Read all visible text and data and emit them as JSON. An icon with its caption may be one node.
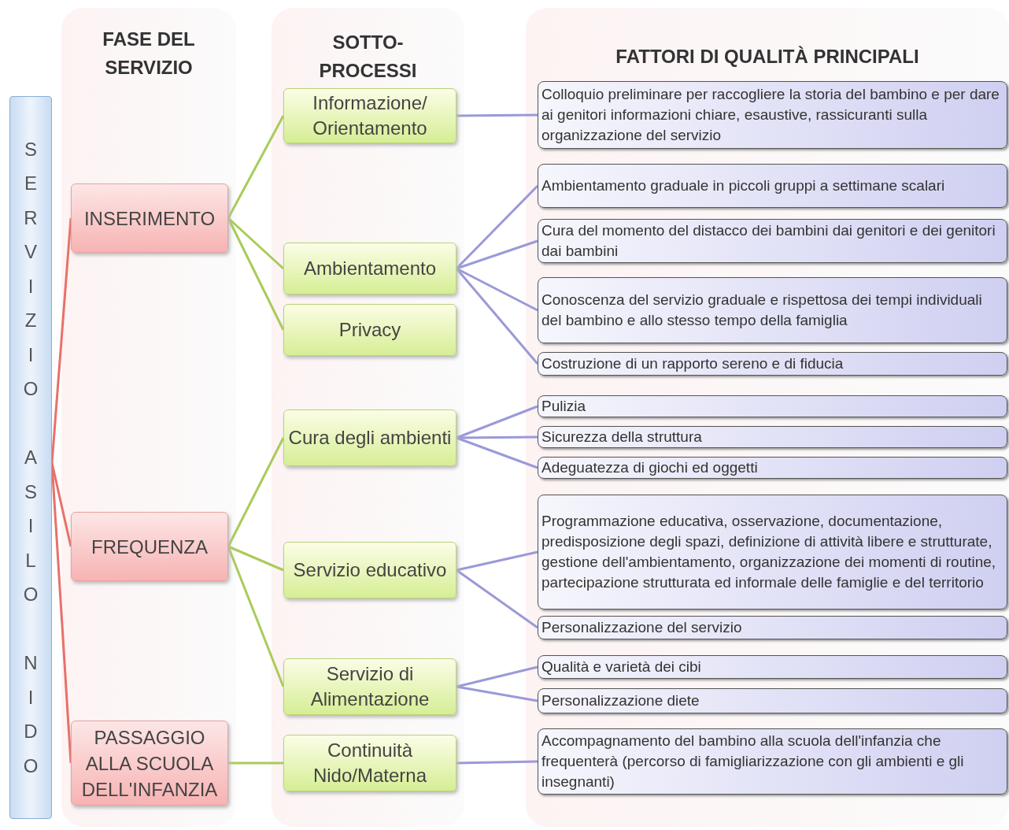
{
  "diagram": {
    "nodes": [
      {
        "text": [
          "FASE DEL SERVIZIO"
        ]
      },
      {
        "text": [
          "SOTTO-PROCESSI"
        ]
      },
      {
        "text": [
          "FATTORI DI QUALITÀ PRINCIPALI"
        ]
      },
      {
        "text": [
          "SERVIZIO ASILO NIDO"
        ]
      },
      {
        "text": [
          "INSERIMENTO"
        ],
        "in": 0
      },
      {
        "text": [
          "FREQUENZA"
        ],
        "in": 0
      },
      {
        "text": [
          "PASSAGGIO ALLA SCUOLA DELL'INFANZIA"
        ],
        "in": 0
      },
      {
        "text": [
          "Informazione/ Orientamento"
        ],
        "in": 1
      },
      {
        "text": [
          "Ambientamento"
        ],
        "in": 1
      },
      {
        "text": [
          "Privacy"
        ],
        "in": 1
      },
      {
        "text": [
          "Cura degli ambienti"
        ],
        "in": 1
      },
      {
        "text": [
          "Servizio educativo"
        ],
        "in": 1
      },
      {
        "text": [
          "Servizio di Alimentazione"
        ],
        "in": 1
      },
      {
        "text": [
          "Continuità Nido/Materna"
        ],
        "in": 1
      },
      {
        "text": [
          "Colloquio preliminare per raccogliere la storia del bambino e per dare ai genitori informazioni chiare, esaustive, rassicuranti sulla organizzazione del servizio"
        ],
        "in": 2
      },
      {
        "text": [
          "Ambientamento graduale in piccoli gruppi a settimane scalari"
        ],
        "in": 2
      },
      {
        "text": [
          "Cura del momento del distacco dei bambini dai genitori e dei genitori dai bambini"
        ],
        "in": 2
      },
      {
        "text": [
          "Conoscenza del servizio graduale e rispettosa dei tempi individuali del bambino e allo stesso tempo della famiglia"
        ],
        "in": 2
      },
      {
        "text": [
          "Costruzione di un rapporto sereno e di fiducia"
        ],
        "in": 2
      },
      {
        "text": [
          "Pulizia"
        ],
        "in": 2
      },
      {
        "text": [
          "Sicurezza della struttura"
        ],
        "in": 2
      },
      {
        "text": [
          "Adeguatezza di giochi ed oggetti"
        ],
        "in": 2
      },
      {
        "text": [
          "Programmazione educativa, osservazione, documentazione, predisposizione degli spazi, definizione di attività libere e strutturate, gestione dell'ambientamento, organizzazione dei momenti di routine, partecipazione strutturata ed informale delle famiglie e del territorio"
        ],
        "in": 2
      },
      {
        "text": [
          "Personalizzazione del servizio"
        ],
        "in": 2
      },
      {
        "text": [
          "Qualità e varietà dei cibi"
        ],
        "in": 2
      },
      {
        "text": [
          "Personalizzazione diete"
        ],
        "in": 2
      },
      {
        "text": [
          "Accompagnamento del bambino alla scuola dell'infanzia che frequenterà (percorso di famigliarizzazione con gli ambienti e gli insegnanti)"
        ],
        "in": 2
      }
    ],
    "edges": [
      {
        "from": 3,
        "to": 4,
        "arrow": "none",
        "color": "#e8706a"
      },
      {
        "from": 3,
        "to": 5,
        "arrow": "none",
        "color": "#e8706a"
      },
      {
        "from": 3,
        "to": 6,
        "arrow": "none",
        "color": "#e8706a"
      },
      {
        "from": 4,
        "to": 7,
        "arrow": "none",
        "color": "#a8cc5a"
      },
      {
        "from": 4,
        "to": 8,
        "arrow": "none",
        "color": "#a8cc5a"
      },
      {
        "from": 4,
        "to": 9,
        "arrow": "none",
        "color": "#a8cc5a"
      },
      {
        "from": 5,
        "to": 10,
        "arrow": "none",
        "color": "#a8cc5a"
      },
      {
        "from": 5,
        "to": 11,
        "arrow": "none",
        "color": "#a8cc5a"
      },
      {
        "from": 5,
        "to": 12,
        "arrow": "none",
        "color": "#a8cc5a"
      },
      {
        "from": 6,
        "to": 13,
        "arrow": "none",
        "color": "#a8cc5a"
      },
      {
        "from": 7,
        "to": 14,
        "arrow": "none"
      },
      {
        "from": 8,
        "to": 15,
        "arrow": "none"
      },
      {
        "from": 8,
        "to": 16,
        "arrow": "none"
      },
      {
        "from": 8,
        "to": 17,
        "arrow": "none"
      },
      {
        "from": 8,
        "to": 18,
        "arrow": "none"
      },
      {
        "from": 10,
        "to": 19,
        "arrow": "none"
      },
      {
        "from": 10,
        "to": 20,
        "arrow": "none"
      },
      {
        "from": 10,
        "to": 21,
        "arrow": "none"
      },
      {
        "from": 11,
        "to": 22,
        "arrow": "none"
      },
      {
        "from": 11,
        "to": 23,
        "arrow": "none"
      },
      {
        "from": 12,
        "to": 24,
        "arrow": "none"
      },
      {
        "from": 12,
        "to": 25,
        "arrow": "none"
      },
      {
        "from": 13,
        "to": 26,
        "arrow": "none"
      }
    ]
  }
}
